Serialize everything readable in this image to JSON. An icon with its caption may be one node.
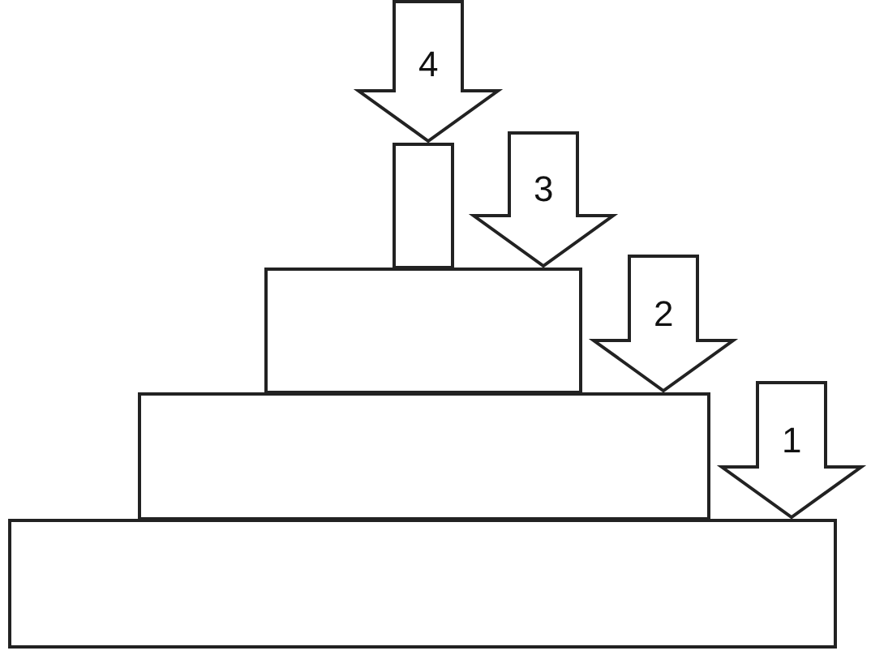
{
  "diagram": {
    "nodes": [
      {
        "text": [],
        "shape": "box"
      },
      {
        "text": [],
        "shape": "box"
      },
      {
        "text": [],
        "shape": "box"
      },
      {
        "text": [],
        "shape": "box"
      }
    ],
    "edges": [
      {
        "from": null,
        "to": 0,
        "arrow": "to",
        "label": "4"
      },
      {
        "from": null,
        "to": 1,
        "arrow": "to",
        "label": "3"
      },
      {
        "from": null,
        "to": 2,
        "arrow": "to",
        "label": "2"
      },
      {
        "from": null,
        "to": 3,
        "arrow": "to",
        "label": "1"
      }
    ]
  }
}
